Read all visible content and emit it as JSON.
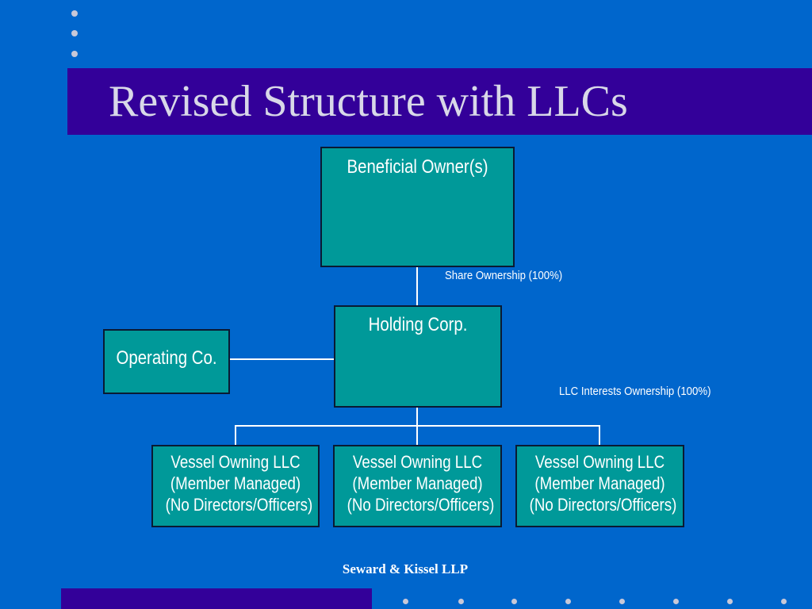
{
  "slide": {
    "title": "Revised Structure with LLCs",
    "footer": "Seward & Kissel LLP",
    "colors": {
      "background": "#0066cc",
      "title_bar": "#330099",
      "box_fill": "#009999",
      "text": "#ffffff"
    }
  },
  "diagram": {
    "nodes": {
      "beneficial_owner": "Beneficial Owner(s)",
      "holding_corp": "Holding Corp.",
      "operating_co": "Operating Co.",
      "vessels": [
        {
          "line1": "Vessel Owning LLC",
          "line2": "(Member Managed)",
          "line3": "(No Directors/Officers)"
        },
        {
          "line1": "Vessel Owning LLC",
          "line2": "(Member Managed)",
          "line3": "(No Directors/Officers)"
        },
        {
          "line1": "Vessel Owning LLC",
          "line2": "(Member Managed)",
          "line3": "(No Directors/Officers)"
        }
      ]
    },
    "edge_labels": {
      "share_ownership": "Share Ownership (100%)",
      "llc_interests": "LLC Interests Ownership (100%)"
    }
  }
}
